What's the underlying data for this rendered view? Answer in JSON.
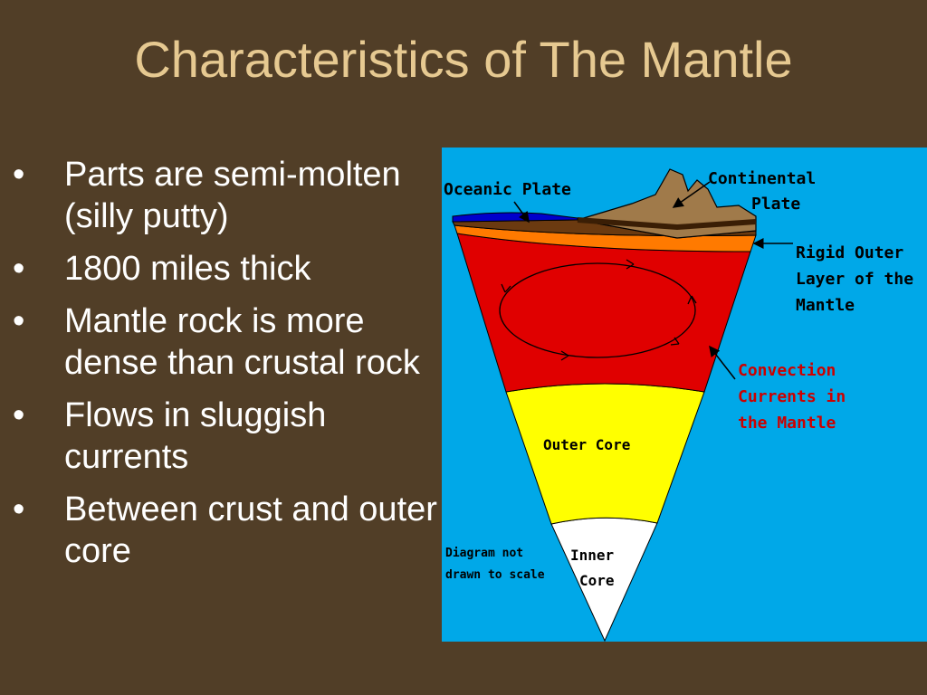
{
  "slide": {
    "title": "Characteristics of The Mantle",
    "bullets": [
      "Parts are semi-molten (silly putty)",
      "1800 miles thick",
      "Mantle rock is more dense than crustal rock",
      "Flows in sluggish currents",
      "Between crust and outer core"
    ]
  },
  "diagram": {
    "labels": {
      "oceanic_plate": "Oceanic Plate",
      "continental_plate_line1": "Continental",
      "continental_plate_line2": "Plate",
      "rigid_outer_line1": "Rigid Outer",
      "rigid_outer_line2": "Layer of the",
      "rigid_outer_line3": "Mantle",
      "convection_line1": "Convection",
      "convection_line2": "Currents in",
      "convection_line3": "the Mantle",
      "outer_core": "Outer Core",
      "inner_core_line1": "Inner",
      "inner_core_line2": "Core",
      "note_line1": "Diagram not",
      "note_line2": "drawn to scale"
    },
    "colors": {
      "background": "#00a8e8",
      "ocean": "#0000cc",
      "continent": "#a07a4a",
      "crust": "#6b3a10",
      "rigid_layer": "#ff7a00",
      "mantle": "#e00000",
      "outer_core": "#ffff00",
      "inner_core": "#ffffff",
      "convection_label": "#cc0000"
    }
  }
}
